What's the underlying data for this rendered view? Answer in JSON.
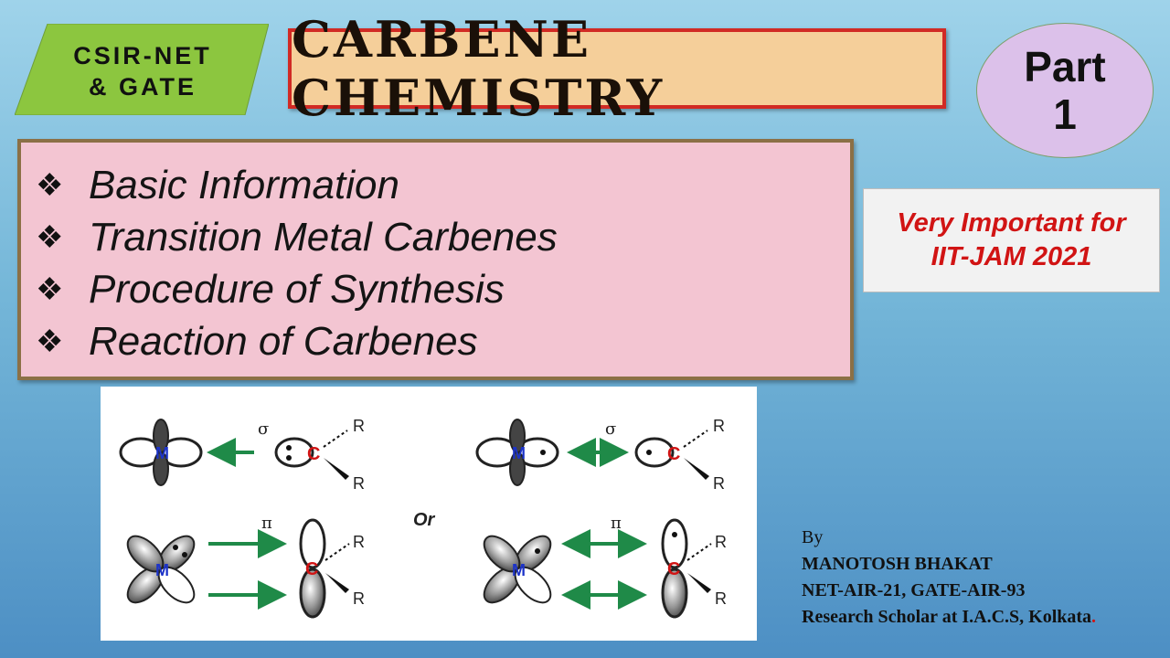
{
  "tag": {
    "line1": "CSIR-NET",
    "line2": "& GATE",
    "color": "#8cc63f"
  },
  "title": "CARBENE CHEMISTRY",
  "part": {
    "line1": "Part",
    "line2": "1"
  },
  "topics": [
    "Basic Information",
    "Transition Metal Carbenes",
    "Procedure of Synthesis",
    "Reaction of Carbenes"
  ],
  "important": {
    "line1": "Very Important for",
    "line2": "IIT-JAM 2021"
  },
  "diagram": {
    "sigma": "σ",
    "pi": "π",
    "or": "Or",
    "metal": "M",
    "carbon": "C",
    "substituent": "R"
  },
  "byline": {
    "by": "By",
    "name": "MANOTOSH BHAKAT",
    "ranks": "NET-AIR-21, GATE-AIR-93",
    "affiliation": "Research Scholar at I.A.C.S, Kolkata",
    "end_dot": "."
  }
}
